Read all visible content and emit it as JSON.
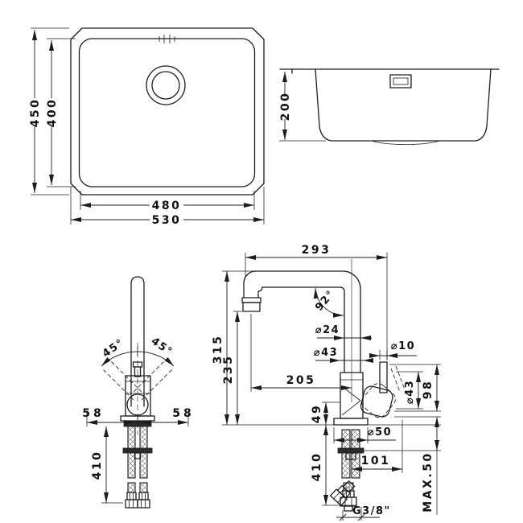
{
  "colors": {
    "line": "#1c1c1c",
    "background": "#ffffff"
  },
  "sink_top_view": {
    "outer_height": "450",
    "inner_height": "400",
    "inner_width": "480",
    "outer_width": "530"
  },
  "sink_side_view": {
    "bowl_depth": "200"
  },
  "faucet_front_view": {
    "swivel_angle_left": "45°",
    "swivel_angle_right": "45°",
    "side_offset_left": "58",
    "side_offset_right": "58",
    "hose_length": "410"
  },
  "faucet_side_view": {
    "spout_reach_total": "293",
    "spout_bend_angle": "92°",
    "spout_tube_diameter": "⌀24",
    "body_diameter": "⌀43",
    "lever_diameter": "⌀10",
    "handle_diameter": "⌀43",
    "handle_height": "98",
    "total_height": "315",
    "spout_outlet_height": "235",
    "spout_outlet_reach": "205",
    "body_base_height": "49",
    "base_plate_diameter": "⌀50",
    "lever_reach": "101",
    "hose_length": "410",
    "max_counter_thickness": "MAX.50",
    "connection_thread": "G3/8\""
  }
}
